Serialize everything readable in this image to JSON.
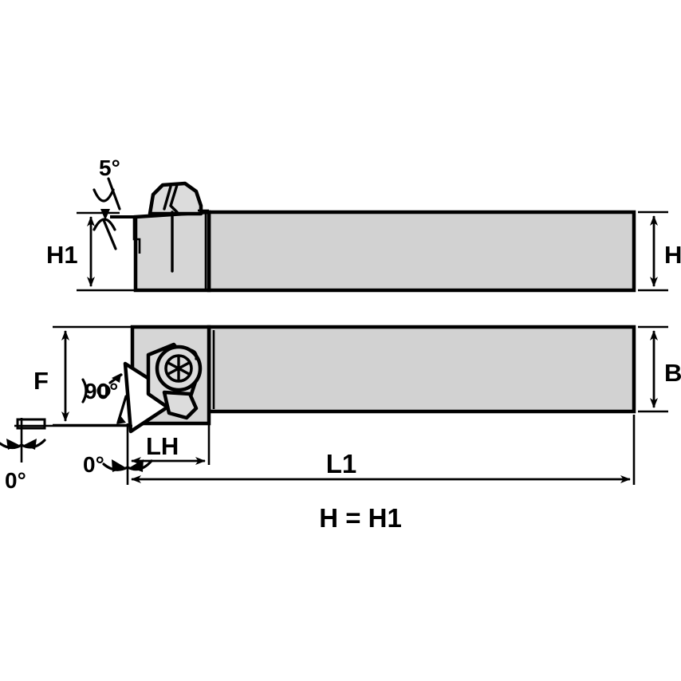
{
  "drawing": {
    "title": "Turning toolholder technical dimension drawing",
    "views": {
      "top": {
        "name": "side-elevation-view",
        "description": "Side elevation of toolholder showing shank and clamped insert"
      },
      "bottom": {
        "name": "plan-view",
        "description": "Plan view of toolholder showing triangular insert, clamp and screw"
      }
    },
    "labels": {
      "angle_5": "5°",
      "angle_90": "90°",
      "angle_0_left": "0°",
      "angle_0_right": "0°",
      "dim_H1": "H1",
      "dim_H": "H",
      "dim_B": "B",
      "dim_F": "F",
      "dim_LH": "LH",
      "dim_L1": "L1",
      "note_H_eq_H1": "H = H1"
    },
    "colors": {
      "body_fill": "#d2d2d2",
      "head_fill": "#d6d6d6",
      "insert_fill": "#ffffff",
      "line": "#000000",
      "background": "#ffffff"
    }
  }
}
